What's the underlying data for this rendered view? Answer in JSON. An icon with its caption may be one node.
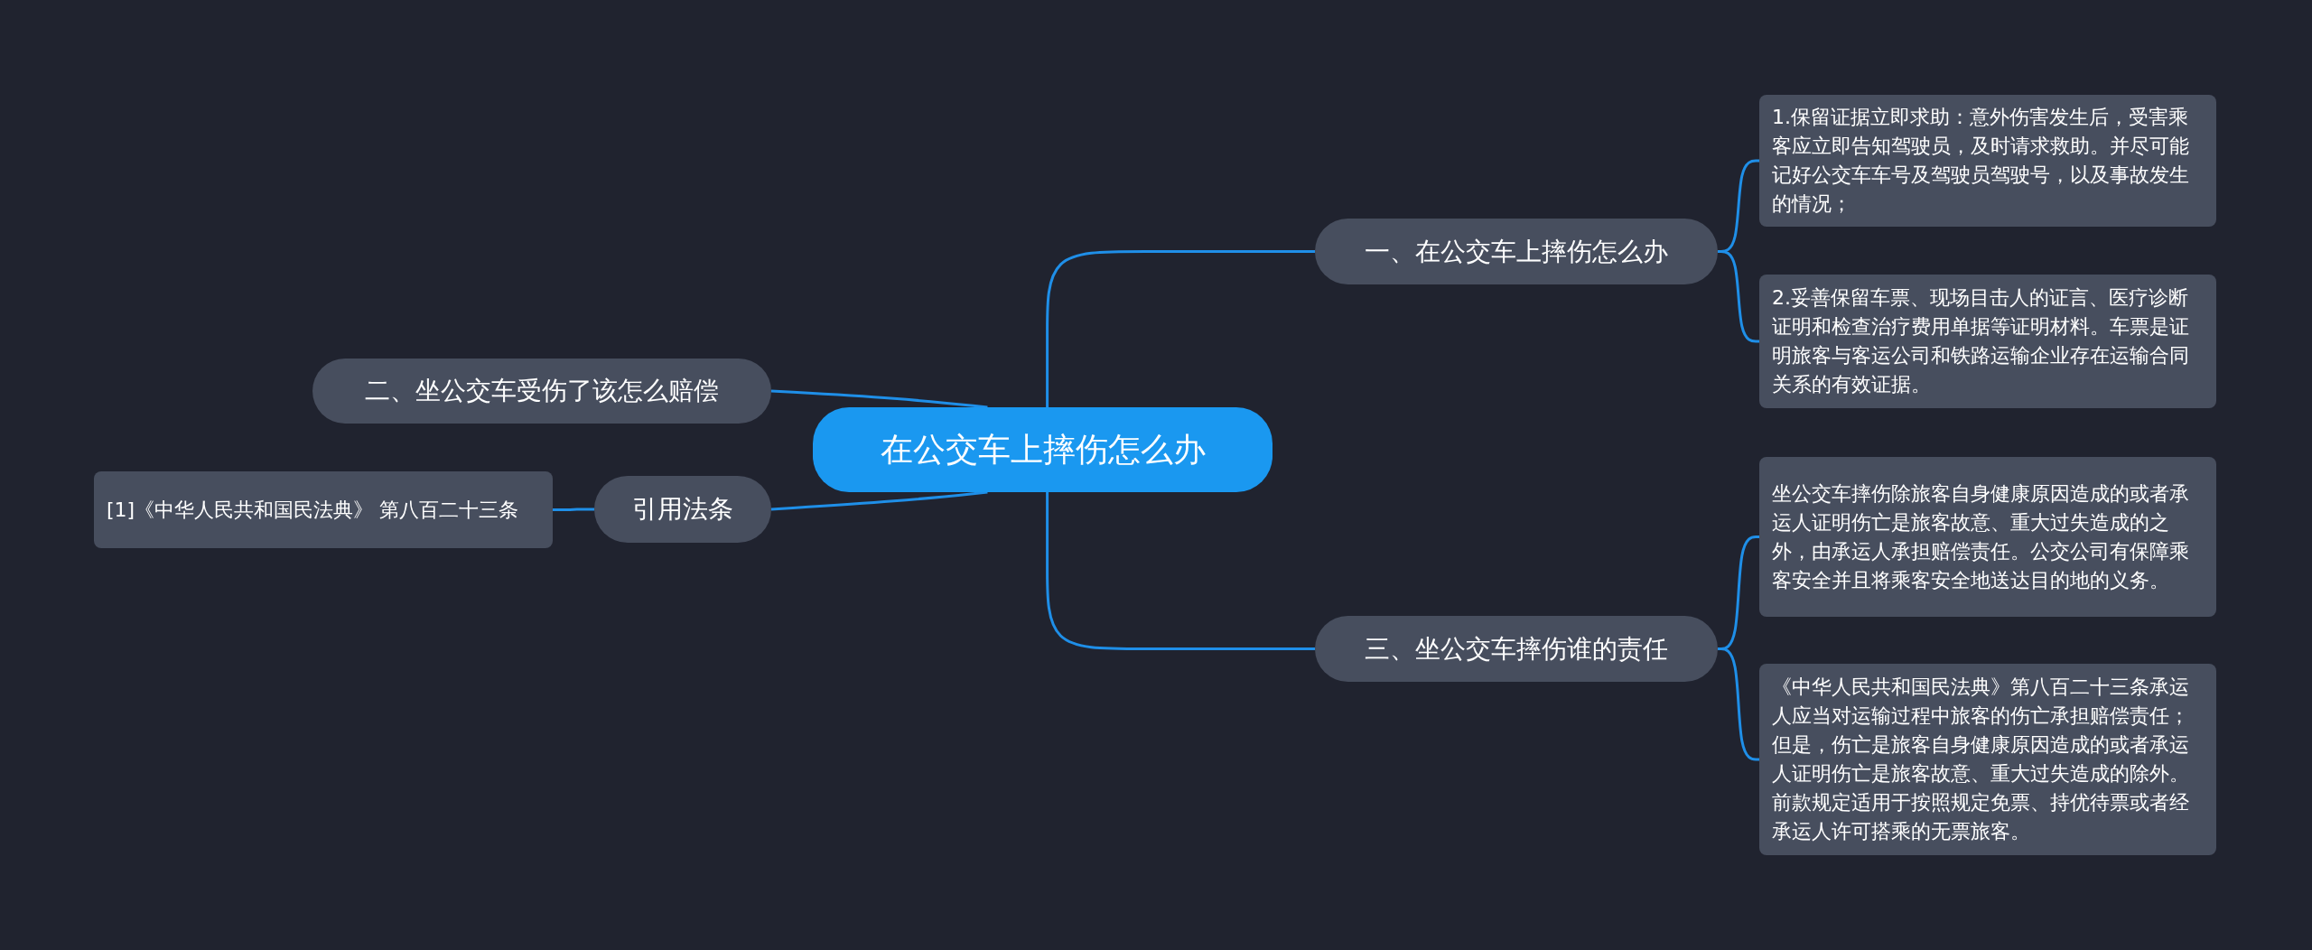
{
  "diagram": {
    "nodes": [
      {
        "text": [
          "在公交车上摔伤怎么办"
        ]
      },
      {
        "text": [
          "一、在公交车上摔伤怎么办"
        ]
      },
      {
        "text": [
          "1.保留证据立即求助：意外伤害发生后，受害乘客应立即告知驾驶员，及时请求救助。并尽可能记好公交车车号及驾驶员驾驶号，以及事故发生的情况；"
        ]
      },
      {
        "text": [
          "2.妥善保留车票、现场目击人的证言、医疗诊断证明和检查治疗费用单据等证明材料。车票是证明旅客与客运公司和铁路运输企业存在运输合同关系的有效证据。"
        ]
      },
      {
        "text": [
          "二、坐公交车受伤了该怎么赔偿"
        ]
      },
      {
        "text": [
          "引用法条"
        ]
      },
      {
        "text": [
          "[1]《中华人民共和国民法典》 第八百二十三条"
        ]
      },
      {
        "text": [
          "三、坐公交车摔伤谁的责任"
        ]
      },
      {
        "text": [
          "坐公交车摔伤除旅客自身健康原因造成的或者承运人证明伤亡是旅客故意、重大过失造成的之外，由承运人承担赔偿责任。公交公司有保障乘客安全并且将乘客安全地送达目的地的义务。"
        ]
      },
      {
        "text": [
          "《中华人民共和国民法典》第八百二十三条承运人应当对运输过程中旅客的伤亡承担赔偿责任；但是，伤亡是旅客自身健康原因造成的或者承运人证明伤亡是旅客故意、重大过失造成的除外。前款规定适用于按照规定免票、持优待票或者经承运人许可搭乘的无票旅客。"
        ]
      }
    ],
    "edges": [
      {
        "from": 0,
        "to": 1,
        "arrow": "none"
      },
      {
        "from": 1,
        "to": 2,
        "arrow": "none"
      },
      {
        "from": 1,
        "to": 3,
        "arrow": "none"
      },
      {
        "from": 0,
        "to": 4,
        "arrow": "none"
      },
      {
        "from": 0,
        "to": 5,
        "arrow": "none"
      },
      {
        "from": 5,
        "to": 6,
        "arrow": "none"
      },
      {
        "from": 0,
        "to": 7,
        "arrow": "none"
      },
      {
        "from": 7,
        "to": 8,
        "arrow": "none"
      },
      {
        "from": 7,
        "to": 9,
        "arrow": "none"
      }
    ]
  }
}
